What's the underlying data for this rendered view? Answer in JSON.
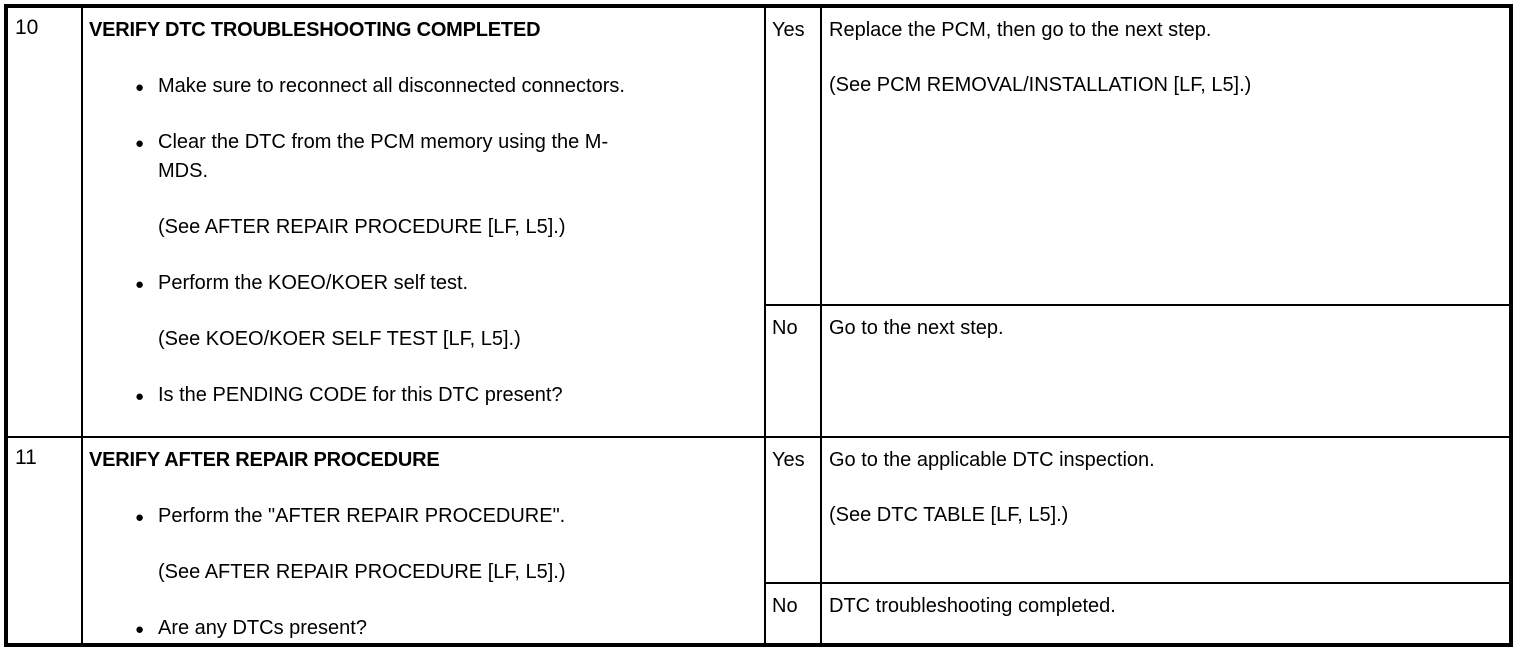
{
  "glyphs": {
    "bullet": "●"
  },
  "table": {
    "columns": {
      "step_width": 76,
      "inspection_width": 683,
      "result_width": 56,
      "action_width": 690
    },
    "rows": [
      {
        "step": "10",
        "title": "VERIFY DTC TROUBLESHOOTING COMPLETED",
        "items": [
          {
            "text": "Make sure to reconnect all disconnected connectors.",
            "note": ""
          },
          {
            "text": "Clear the DTC from the PCM memory using the M-MDS.",
            "note": "(See AFTER REPAIR PROCEDURE [LF, L5].)"
          },
          {
            "text": "Perform the KOEO/KOER self test.",
            "note": "(See KOEO/KOER SELF TEST [LF, L5].)"
          },
          {
            "text": "Is the PENDING CODE for this DTC present?",
            "note": ""
          }
        ],
        "yes": {
          "label": "Yes",
          "action": "Replace the PCM, then go to the next step.",
          "note": "(See PCM REMOVAL/INSTALLATION [LF, L5].)"
        },
        "no": {
          "label": "No",
          "action": "Go to the next step.",
          "note": ""
        }
      },
      {
        "step": "11",
        "title": "VERIFY AFTER REPAIR PROCEDURE",
        "items": [
          {
            "text": "Perform the \"AFTER REPAIR PROCEDURE\".",
            "note": "(See AFTER REPAIR PROCEDURE [LF, L5].)"
          },
          {
            "text": "Are any DTCs present?",
            "note": ""
          }
        ],
        "yes": {
          "label": "Yes",
          "action": "Go to the applicable DTC inspection.",
          "note": "(See DTC TABLE [LF, L5].)"
        },
        "no": {
          "label": "No",
          "action": "DTC troubleshooting completed.",
          "note": ""
        }
      }
    ]
  }
}
